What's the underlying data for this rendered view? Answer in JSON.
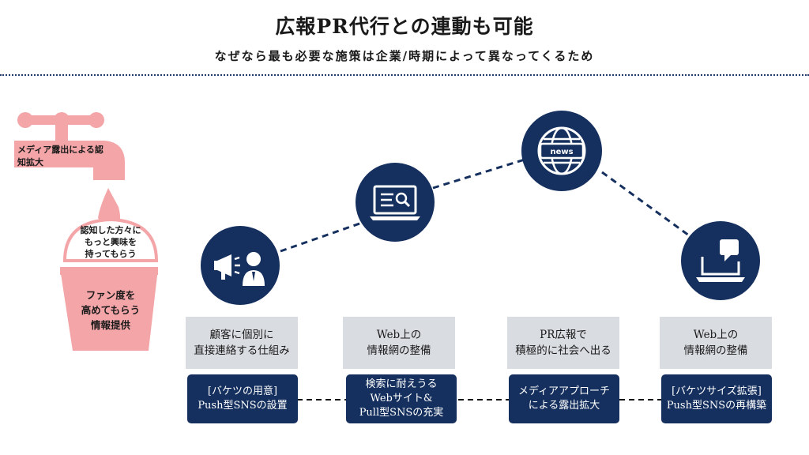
{
  "header": {
    "title": "広報PR代行との連動も可能",
    "subtitle": "なぜなら最も必要な施策は企業/時期によって異なってくるため"
  },
  "funnel": {
    "faucet_label": "メディア露出による認\n知拡大",
    "bucket_rim_label": "認知した方々に\nもっと興味を\n持ってもらう",
    "bucket_body_label": "ファン度を\n高めてもらう\n情報提供",
    "color": "#f4a5a8"
  },
  "steps": [
    {
      "icon": "megaphone-person-icon",
      "title": "顧客に個別に\n直接連絡する仕組み",
      "action": "[バケツの用意]\nPush型SNSの設置"
    },
    {
      "icon": "laptop-search-icon",
      "title": "Web上の\n情報網の整備",
      "action": "検索に耐えうる\nWebサイト&\nPull型SNSの充実"
    },
    {
      "icon": "globe-news-icon",
      "title": "PR広報で\n積極的に社会へ出る",
      "action": "メディアアプローチ\nによる露出拡大"
    },
    {
      "icon": "laptop-chat-icon",
      "title": "Web上の\n情報網の整備",
      "action": "[バケツサイズ拡張]\nPush型SNSの再構築"
    }
  ],
  "icon_text": {
    "news": "news"
  },
  "colors": {
    "navy": "#15305e",
    "gray": "#d9dce1",
    "pink": "#f4a5a8"
  }
}
